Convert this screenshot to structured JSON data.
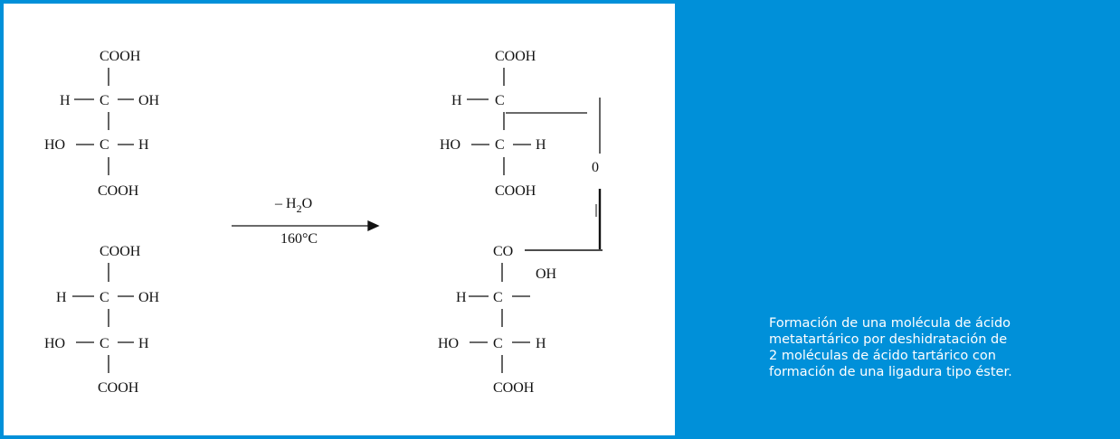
{
  "reaction": {
    "reagent": "– H",
    "reagent_sub": "2",
    "reagent_tail": "O",
    "condition": "160°C"
  },
  "reactant1": {
    "top": "COOH",
    "h1": "H",
    "c1": "C",
    "oh1": "OH",
    "ho2": "HO",
    "c2": "C",
    "h2": "H",
    "bottom": "COOH"
  },
  "reactant2": {
    "top": "COOH",
    "h1": "H",
    "c1": "C",
    "oh1": "OH",
    "ho2": "HO",
    "c2": "C",
    "h2": "H",
    "bottom": "COOH"
  },
  "product_top": {
    "top": "COOH",
    "h1": "H",
    "c1": "C",
    "ho2": "HO",
    "c2": "C",
    "h2": "H",
    "bottom": "COOH"
  },
  "product_bottom": {
    "top": "CO",
    "oh": "OH",
    "h1": "H",
    "c1": "C",
    "ho2": "HO",
    "c2": "C",
    "h2": "H",
    "bottom": "COOH"
  },
  "ester_oxygen": "0",
  "caption": {
    "lines": [
      "Formación de una molécula de ácido",
      "metatartárico por deshidratación de",
      "2 moléculas de ácido tartárico con",
      "formación de una ligadura tipo éster."
    ]
  }
}
